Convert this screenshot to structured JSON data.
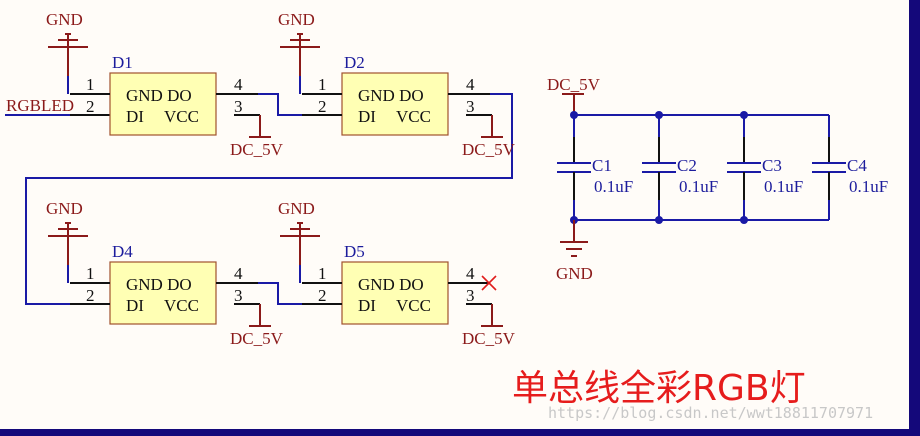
{
  "schematic": {
    "title": "单总线全彩RGB灯",
    "watermark": "https://blog.csdn.net/wwt18811707971",
    "net_input": "RGBLED",
    "power_label": "DC_5V",
    "ground_label": "GND",
    "colors": {
      "wire": "#1a1aa6",
      "power": "#8b1a1a",
      "designator": "#1c1c9c",
      "chip_fill": "#ffffb4",
      "title": "#e61c1c",
      "frame": "#14087a"
    },
    "leds": [
      {
        "designator": "D1",
        "pins": {
          "p1": "1",
          "p2": "2",
          "p3": "3",
          "p4": "4"
        },
        "row1": "GND DO",
        "row2_left": "DI",
        "row2_right": "VCC",
        "gnd": "GND",
        "vcc": "DC_5V"
      },
      {
        "designator": "D2",
        "pins": {
          "p1": "1",
          "p2": "2",
          "p3": "3",
          "p4": "4"
        },
        "row1": "GND DO",
        "row2_left": "DI",
        "row2_right": "VCC",
        "gnd": "GND",
        "vcc": "DC_5V"
      },
      {
        "designator": "D4",
        "pins": {
          "p1": "1",
          "p2": "2",
          "p3": "3",
          "p4": "4"
        },
        "row1": "GND DO",
        "row2_left": "DI",
        "row2_right": "VCC",
        "gnd": "GND",
        "vcc": "DC_5V"
      },
      {
        "designator": "D5",
        "pins": {
          "p1": "1",
          "p2": "2",
          "p3": "3",
          "p4": "4"
        },
        "row1": "GND DO",
        "row2_left": "DI",
        "row2_right": "VCC",
        "gnd": "GND",
        "vcc": "DC_5V",
        "do_no_connect": true
      }
    ],
    "capacitors": [
      {
        "designator": "C1",
        "value": "0.1uF"
      },
      {
        "designator": "C2",
        "value": "0.1uF"
      },
      {
        "designator": "C3",
        "value": "0.1uF"
      },
      {
        "designator": "C4",
        "value": "0.1uF"
      }
    ],
    "cap_bank": {
      "power": "DC_5V",
      "ground": "GND"
    }
  }
}
